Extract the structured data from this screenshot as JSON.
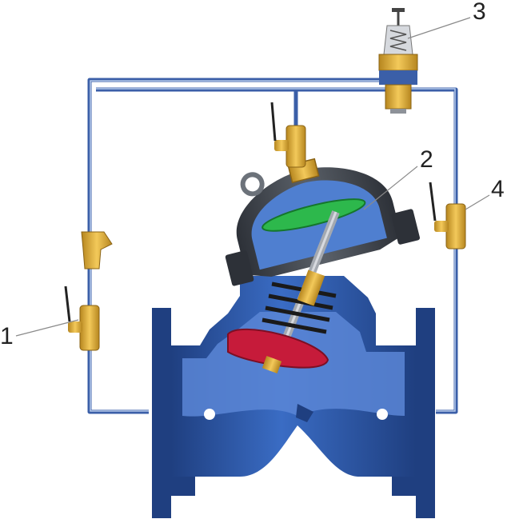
{
  "callouts": [
    {
      "id": "1",
      "label": "1"
    },
    {
      "id": "2",
      "label": "2"
    },
    {
      "id": "3",
      "label": "3"
    },
    {
      "id": "4",
      "label": "4"
    }
  ],
  "colors": {
    "body_blue": "#2f5ba8",
    "body_blue_light": "#4f7fd0",
    "body_dark": "#1f3f80",
    "cavity": "#5b86d6",
    "pipe": "#3b5fa8",
    "pipe_light": "#9cb6e2",
    "brass": "#e6b43a",
    "brass_dark": "#a97c1c",
    "diaphragm_green": "#2db84c",
    "seat_red": "#c61b3a",
    "bonnet_gray": "#3a3f47",
    "stem_gray": "#8d9299",
    "leader": "#888888"
  }
}
